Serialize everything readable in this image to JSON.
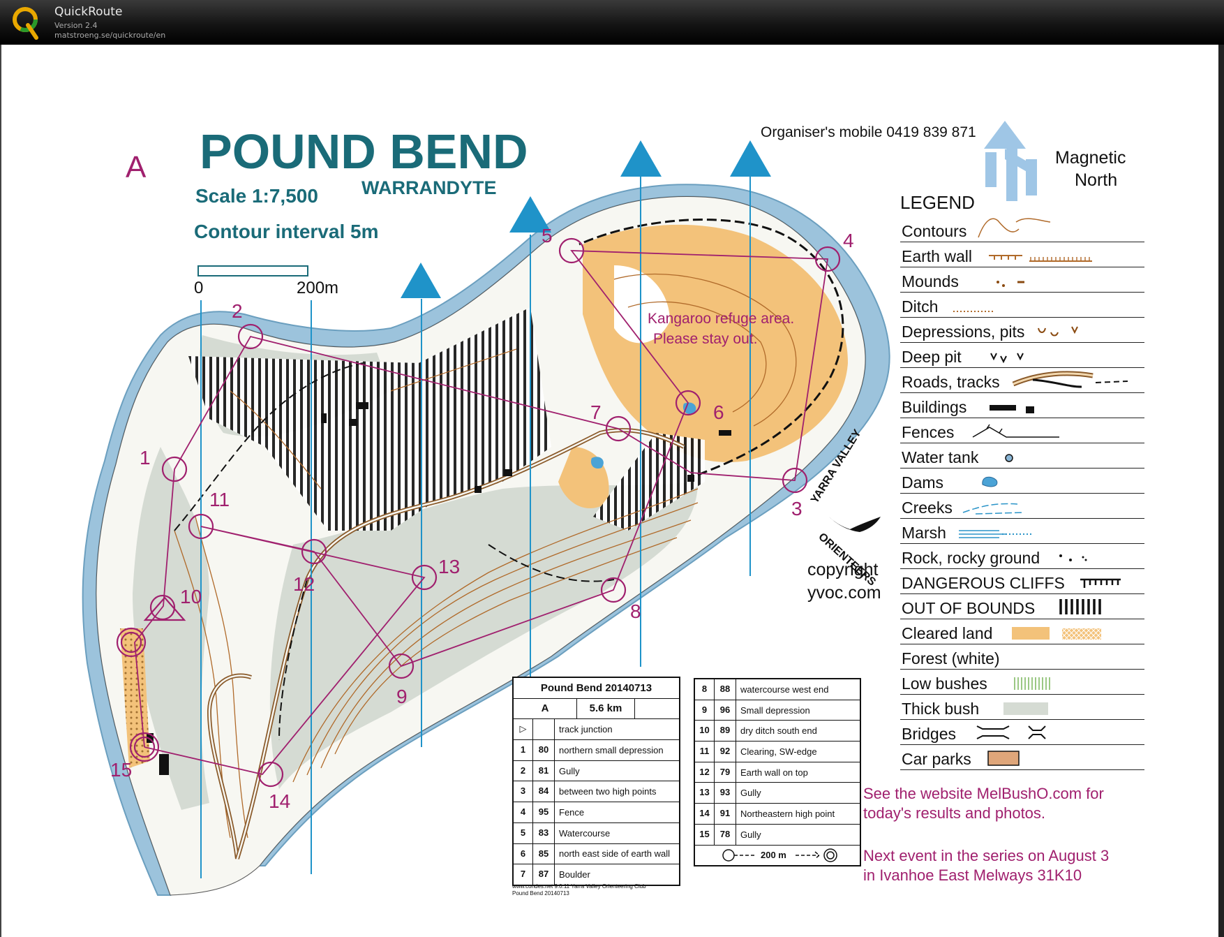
{
  "app": {
    "name": "QuickRoute",
    "version": "Version 2.4",
    "url": "matstroeng.se/quickroute/en"
  },
  "map": {
    "course_letter": "A",
    "title": "POUND BEND",
    "subtitle": "WARRANDYTE",
    "scale": "Scale 1:7,500",
    "contour_interval": "Contour interval 5m",
    "scalebar_start": "0",
    "scalebar_end": "200m",
    "organiser": "Organiser's mobile 0419 839 871",
    "north_label_1": "Magnetic",
    "north_label_2": "North",
    "refuge_line1": "Kangaroo refuge area.",
    "refuge_line2": "Please stay out.",
    "club_name_1": "YARRA VALLEY",
    "club_name_2": "ORIENTEERS",
    "copyright_1": "copyright",
    "copyright_2": "yvoc.com",
    "website_1": "See the website MelBushO.com for",
    "website_2": "today's results and photos.",
    "next_1": "Next event in the series on August 3",
    "next_2": "in Ivanhoe East Melways 31K10",
    "colors": {
      "course_magenta": "#a0206e",
      "title_teal": "#1a6b78",
      "water_blue": "#9cc3dc",
      "cleared_orange": "#f3c27a",
      "thick_bush_grey": "#d5dbd3",
      "north_blue": "#1f93c9"
    },
    "control_labels": [
      "1",
      "2",
      "3",
      "4",
      "5",
      "6",
      "7",
      "8",
      "9",
      "10",
      "11",
      "12",
      "13",
      "14",
      "15"
    ]
  },
  "legend": {
    "title": "LEGEND",
    "items": [
      "Contours",
      "Earth wall",
      "Mounds",
      "Ditch",
      "Depressions, pits",
      "Deep pit",
      "Roads, tracks",
      "Buildings",
      "Fences",
      "Water tank",
      "Dams",
      "Creeks",
      "Marsh",
      "Rock, rocky ground",
      "DANGEROUS CLIFFS",
      "OUT OF BOUNDS",
      "Cleared land",
      "Forest (white)",
      "Low bushes",
      "Thick bush",
      "Bridges",
      "Car parks"
    ]
  },
  "control_table": {
    "event": "Pound Bend 20140713",
    "course": "A",
    "length": "5.6 km",
    "start_desc": "track junction",
    "left_rows": [
      {
        "n": "1",
        "code": "80",
        "desc": "northern small depression"
      },
      {
        "n": "2",
        "code": "81",
        "desc": "Gully"
      },
      {
        "n": "3",
        "code": "84",
        "desc": "between two high points"
      },
      {
        "n": "4",
        "code": "95",
        "desc": "Fence"
      },
      {
        "n": "5",
        "code": "83",
        "desc": "Watercourse"
      },
      {
        "n": "6",
        "code": "85",
        "desc": "north east side of earth wall"
      },
      {
        "n": "7",
        "code": "87",
        "desc": "Boulder"
      }
    ],
    "right_rows": [
      {
        "n": "8",
        "code": "88",
        "desc": "watercourse west end"
      },
      {
        "n": "9",
        "code": "96",
        "desc": "Small depression"
      },
      {
        "n": "10",
        "code": "89",
        "desc": "dry ditch south end"
      },
      {
        "n": "11",
        "code": "92",
        "desc": "Clearing, SW-edge"
      },
      {
        "n": "12",
        "code": "79",
        "desc": "Earth wall on top"
      },
      {
        "n": "13",
        "code": "93",
        "desc": "Gully"
      },
      {
        "n": "14",
        "code": "91",
        "desc": "Northeastern high point"
      },
      {
        "n": "15",
        "code": "78",
        "desc": "Gully"
      }
    ],
    "finish_text": "200 m",
    "footer_1": "www.condes.net 9.0.11 Yarra Valley Orienteering Club",
    "footer_2": "Pound Bend 20140713"
  }
}
